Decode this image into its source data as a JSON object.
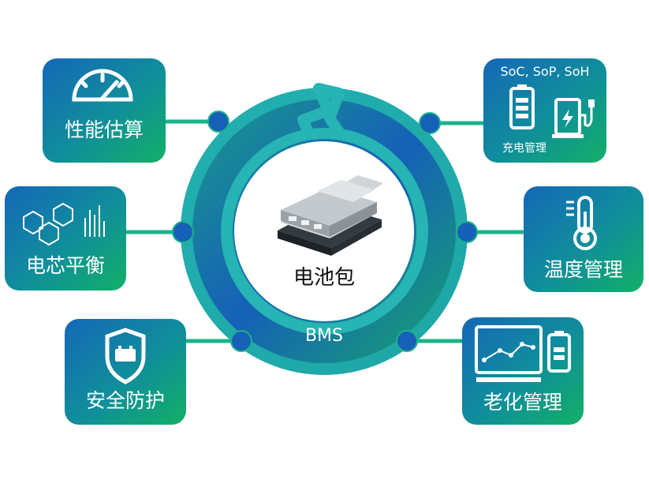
{
  "center": {
    "pack_label": "电池包",
    "bms_label": "BMS"
  },
  "modules": {
    "performance": {
      "label": "性能估算",
      "icon": "gauge-icon"
    },
    "cell_balance": {
      "label": "电芯平衡",
      "icon": "molecule-chart-icon"
    },
    "safety": {
      "label": "安全防护",
      "icon": "shield-battery-icon"
    },
    "charging": {
      "top_label": "SoC, SoP, SoH",
      "label": "充电管理",
      "icon": "battery-charger-icon"
    },
    "temperature": {
      "label": "温度管理",
      "icon": "thermometer-icon"
    },
    "aging": {
      "label": "老化管理",
      "icon": "monitor-battery-icon"
    }
  },
  "colors": {
    "ring_outer": "#1aa6a6",
    "ring_fill_blue": "#1560b8",
    "ring_fill_green": "#19b06a",
    "card_blue": "#1568b8",
    "card_green": "#12b066",
    "connector": "#1bb38a",
    "dot": "#1660b8",
    "center_white": "#ffffff"
  }
}
